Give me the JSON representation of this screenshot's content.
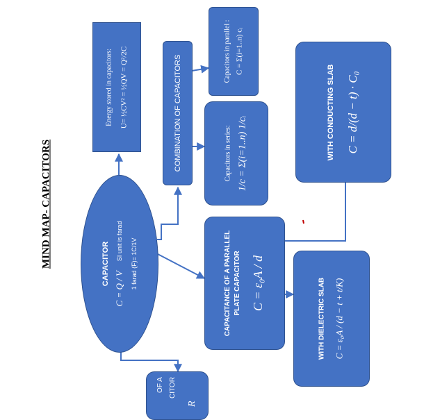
{
  "title": "MIND MAP- CAPACITORS",
  "central": {
    "heading": "CAPACITOR",
    "formula": "C = Q / V",
    "si_unit": "SI unit is farad",
    "farad_def": "1 farad (F)= 1C/1V"
  },
  "energy": {
    "text": "Energy stored in capacitors:",
    "formula": "U= ½CV² = ½QV = Q²/2C"
  },
  "combination": {
    "label": "COMBINATION OF CAPACITORS"
  },
  "series": {
    "text": "Capacitors in series:",
    "formula": "1/c = Σ(i=1..n) 1/cᵢ"
  },
  "parallel": {
    "text": "Capacitors in parallel :",
    "formula": "C = Σ(i=1..n) cᵢ"
  },
  "parallel_plate": {
    "line1": "CAPACITANCE OF A PARALLEL",
    "line2": "PLATE CAPACITOR",
    "formula": "C = ε₀A / d"
  },
  "conducting_slab": {
    "label": "WITH CONDUCTING SLAB",
    "formula": "C = d/(d − t) · C₀"
  },
  "dielectric_slab": {
    "label": "WITH DIELECTRIC SLAB",
    "formula": "C = ε₀A / (d − t + t/K)"
  },
  "partial_box": {
    "line1": "OF A",
    "line2": "CITOR",
    "line3": "R"
  },
  "colors": {
    "box": "#4472c4",
    "border": "#2f528f",
    "mark": "#c00000"
  }
}
